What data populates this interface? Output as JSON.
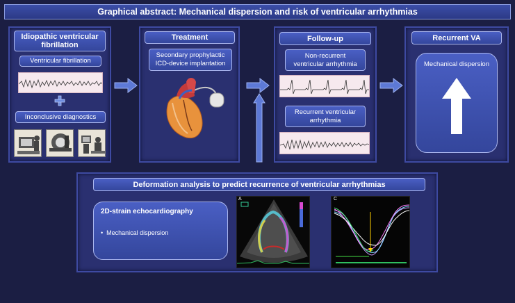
{
  "title": "Graphical abstract: Mechanical dispersion and risk of ventricular arrhythmias",
  "col1": {
    "header": "Idiopathic ventricular fibrillation",
    "vf_label": "Ventricular fibrillation",
    "plus": "+",
    "diag_label": "Inconclusive diagnostics"
  },
  "col2": {
    "header": "Treatment",
    "text": "Secondary prophylactic ICD-device implantation"
  },
  "col3": {
    "header": "Follow-up",
    "nonrec": "Non-recurrent ventricular arrhythmia",
    "rec": "Recurrent ventricular arrhythmia"
  },
  "col4": {
    "header": "Recurrent VA",
    "text": "Mechanical dispersion"
  },
  "bottom": {
    "header": "Deformation analysis to predict recurrence of ventricular arrhythmias",
    "strain_title": "2D-strain echocardiography",
    "bullet": "Mechanical dispersion",
    "echo_label": "A",
    "graph_label": "C"
  },
  "colors": {
    "background": "#1b1e43",
    "panel": "#2a3070",
    "button": "#4a5fc4",
    "arrow": "#5d79d6"
  }
}
